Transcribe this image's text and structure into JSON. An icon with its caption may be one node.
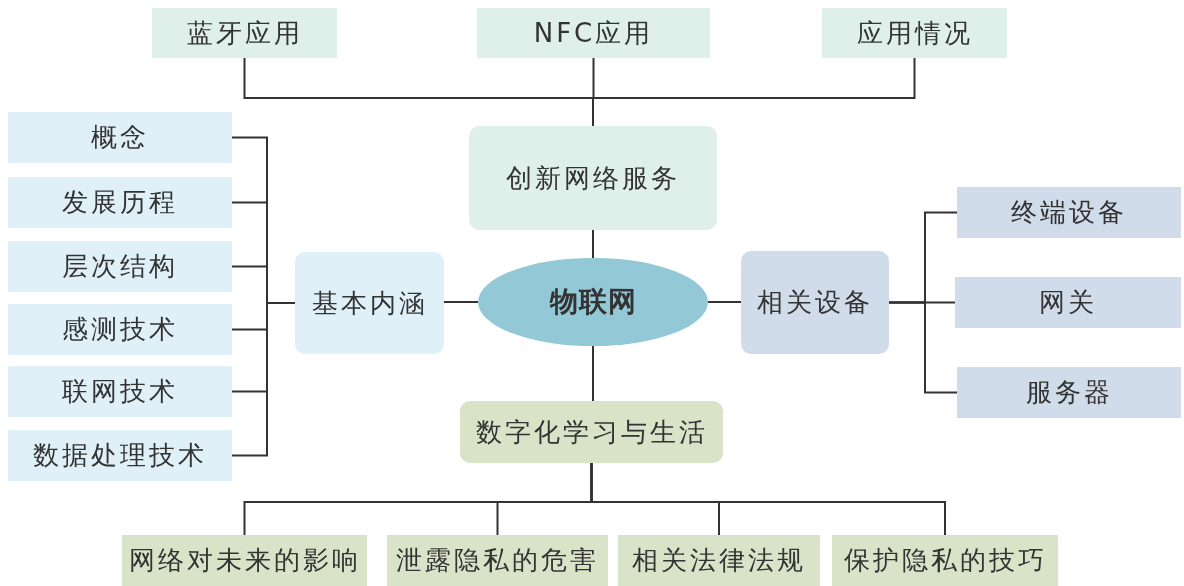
{
  "diagram": {
    "nodes": [
      {
        "text": [
          "物联网"
        ]
      },
      {
        "text": [
          "创新网络服务"
        ]
      },
      {
        "text": [
          "蓝牙应用"
        ]
      },
      {
        "text": [
          "NFC应用"
        ]
      },
      {
        "text": [
          "应用情况"
        ]
      },
      {
        "text": [
          "基本内涵"
        ]
      },
      {
        "text": [
          "概念"
        ]
      },
      {
        "text": [
          "发展历程"
        ]
      },
      {
        "text": [
          "层次结构"
        ]
      },
      {
        "text": [
          "感测技术"
        ]
      },
      {
        "text": [
          "联网技术"
        ]
      },
      {
        "text": [
          "数据处理技术"
        ]
      },
      {
        "text": [
          "相关设备"
        ]
      },
      {
        "text": [
          "终端设备"
        ]
      },
      {
        "text": [
          "网关"
        ]
      },
      {
        "text": [
          "服务器"
        ]
      },
      {
        "text": [
          "数字化学习与生活"
        ]
      },
      {
        "text": [
          "网络对未来的影响"
        ]
      },
      {
        "text": [
          "泄露隐私的危害"
        ]
      },
      {
        "text": [
          "相关法律法规"
        ]
      },
      {
        "text": [
          "保护隐私的技巧"
        ]
      }
    ],
    "edges": [
      {
        "from": 0,
        "to": 1,
        "arrow": "none"
      },
      {
        "from": 1,
        "to": 2,
        "arrow": "none"
      },
      {
        "from": 1,
        "to": 3,
        "arrow": "none"
      },
      {
        "from": 1,
        "to": 4,
        "arrow": "none"
      },
      {
        "from": 0,
        "to": 5,
        "arrow": "none"
      },
      {
        "from": 5,
        "to": 6,
        "arrow": "none"
      },
      {
        "from": 5,
        "to": 7,
        "arrow": "none"
      },
      {
        "from": 5,
        "to": 8,
        "arrow": "none"
      },
      {
        "from": 5,
        "to": 9,
        "arrow": "none"
      },
      {
        "from": 5,
        "to": 10,
        "arrow": "none"
      },
      {
        "from": 5,
        "to": 11,
        "arrow": "none"
      },
      {
        "from": 0,
        "to": 12,
        "arrow": "none"
      },
      {
        "from": 12,
        "to": 13,
        "arrow": "none"
      },
      {
        "from": 12,
        "to": 14,
        "arrow": "none"
      },
      {
        "from": 12,
        "to": 15,
        "arrow": "none"
      },
      {
        "from": 0,
        "to": 16,
        "arrow": "none"
      },
      {
        "from": 16,
        "to": 17,
        "arrow": "none"
      },
      {
        "from": 16,
        "to": 18,
        "arrow": "none"
      },
      {
        "from": 16,
        "to": 19,
        "arrow": "none"
      },
      {
        "from": 16,
        "to": 20,
        "arrow": "none"
      }
    ]
  }
}
